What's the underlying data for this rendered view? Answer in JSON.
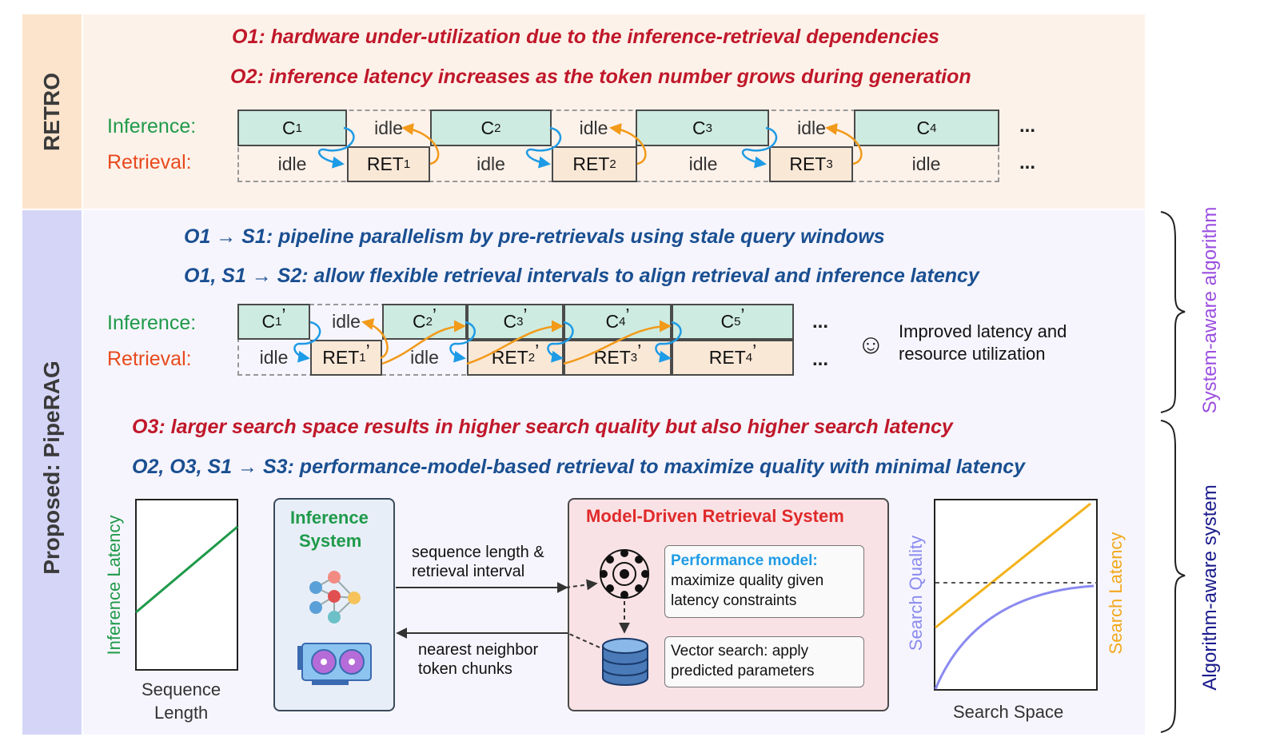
{
  "side_labels": {
    "retro": "RETRO",
    "pipe": "Proposed: PipeRAG"
  },
  "right_labels": {
    "system_aware": "System-aware algorithm",
    "algorithm_aware": "Algorithm-aware system"
  },
  "retro": {
    "o1": "O1: hardware under-utilization due to the inference-retrieval dependencies",
    "o2": "O2: inference latency increases as the token number grows during generation",
    "inference_label": "Inference:",
    "retrieval_label": "Retrieval:",
    "inference_cells": [
      {
        "base": "C",
        "sub": "1"
      },
      {
        "text": "idle"
      },
      {
        "base": "C",
        "sub": "2"
      },
      {
        "text": "idle"
      },
      {
        "base": "C",
        "sub": "3"
      },
      {
        "text": "idle"
      },
      {
        "base": "C",
        "sub": "4"
      }
    ],
    "retrieval_cells": [
      {
        "text": "idle"
      },
      {
        "base": "RET",
        "sub": "1"
      },
      {
        "text": "idle"
      },
      {
        "base": "RET",
        "sub": "2"
      },
      {
        "text": "idle"
      },
      {
        "base": "RET",
        "sub": "3"
      },
      {
        "text": "idle"
      }
    ],
    "ellipsis": "..."
  },
  "pipe": {
    "s1": "O1 → S1: pipeline parallelism by pre-retrievals using stale query windows",
    "s2": "O1, S1 → S2: allow flexible retrieval intervals to align retrieval and inference latency",
    "inference_label": "Inference:",
    "retrieval_label": "Retrieval:",
    "inference_cells": [
      {
        "base": "C",
        "sub": "1",
        "prime": "’"
      },
      {
        "text": "idle"
      },
      {
        "base": "C",
        "sub": "2",
        "prime": "’"
      },
      {
        "base": "C",
        "sub": "3",
        "prime": "’"
      },
      {
        "base": "C",
        "sub": "4",
        "prime": "’"
      },
      {
        "base": "C",
        "sub": "5",
        "prime": "’"
      }
    ],
    "retrieval_cells": [
      {
        "text": "idle"
      },
      {
        "base": "RET",
        "sub": "1",
        "prime": "’"
      },
      {
        "text": "idle"
      },
      {
        "base": "RET",
        "sub": "2",
        "prime": "’"
      },
      {
        "base": "RET",
        "sub": "3",
        "prime": "’"
      },
      {
        "base": "RET",
        "sub": "4",
        "prime": "’"
      }
    ],
    "ellipsis": "...",
    "improved": [
      "Improved latency and",
      "resource utilization"
    ],
    "o3": "O3: larger search space results in higher search quality but also higher search latency",
    "s3": "O2, O3, S1 → S3: performance-model-based retrieval to maximize quality with minimal latency"
  },
  "bottom": {
    "left_chart": {
      "ylabel": "Inference Latency",
      "xlabel": [
        "Sequence",
        "Length"
      ]
    },
    "inference_system": [
      "Inference",
      "System"
    ],
    "arrow_top": [
      "sequence length &",
      "retrieval interval"
    ],
    "arrow_bottom": [
      "nearest neighbor",
      "token chunks"
    ],
    "mdrs_title": "Model-Driven Retrieval System",
    "perf_model_title": "Performance model:",
    "perf_model_body": [
      "maximize quality given",
      "latency constraints"
    ],
    "vector_search": [
      "Vector search: apply",
      "predicted parameters"
    ],
    "right_chart": {
      "ylabel_left": "Search Quality",
      "ylabel_right": "Search Latency",
      "xlabel": "Search Space"
    }
  },
  "colors": {
    "red": "#c0182a",
    "blue": "#1a4f91",
    "green": "#1f9a4a",
    "orange_label": "#e84a1d",
    "arrow_blue": "#1e9be6",
    "arrow_orange": "#f29a1a",
    "purple": "#9b4fe0",
    "navy": "#1a1a8c",
    "quality_line": "#8a8af0",
    "latency_line": "#f2a81a"
  }
}
